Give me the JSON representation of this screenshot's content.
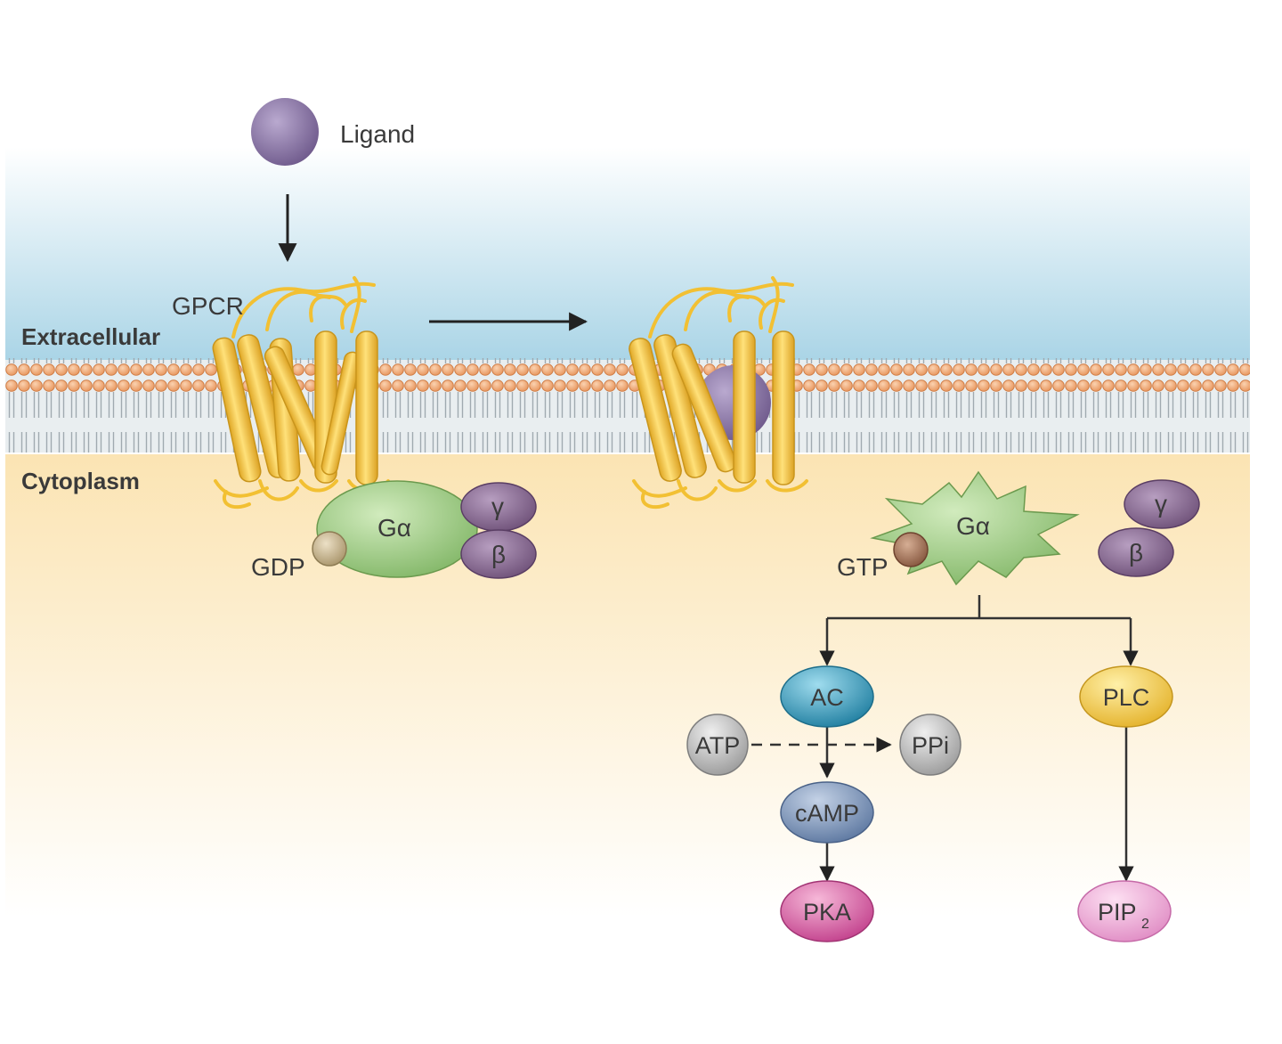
{
  "labels": {
    "ligand": "Ligand",
    "gpcr": "GPCR",
    "extracellular": "Extracellular",
    "cytoplasm": "Cytoplasm",
    "galpha_inactive": "Gα",
    "gamma_inactive": "γ",
    "beta_inactive": "β",
    "gdp": "GDP",
    "galpha_active": "Gα",
    "gamma_active": "γ",
    "beta_active": "β",
    "gtp": "GTP",
    "ac": "AC",
    "plc": "PLC",
    "atp": "ATP",
    "ppi": "PPi",
    "camp": "cAMP",
    "pka": "PKA",
    "pip2_main": "PIP",
    "pip2_sub": "2"
  },
  "colors": {
    "ligand": "#8e7aa8",
    "helix": "#f4c84a",
    "membrane_head": "#f2b07e",
    "galpha_inactive": "#9ccc7e",
    "galpha_active": "#9ccc7e",
    "gbetagamma": "#8a6a92",
    "gdp": "#c5b38e",
    "gtp": "#a2785e",
    "ac": "#3fa3c3",
    "plc": "#f2cd4c",
    "atp": "#bcbcbc",
    "ppi": "#bcbcbc",
    "camp": "#7f96b8",
    "pka": "#d86aa8",
    "pip2": "#eeaad6",
    "extracellular_top": "#ffffff",
    "extracellular_bottom": "#a9d4e6",
    "cytoplasm_top": "#fbe4b3",
    "cytoplasm_bottom": "#ffffff"
  }
}
